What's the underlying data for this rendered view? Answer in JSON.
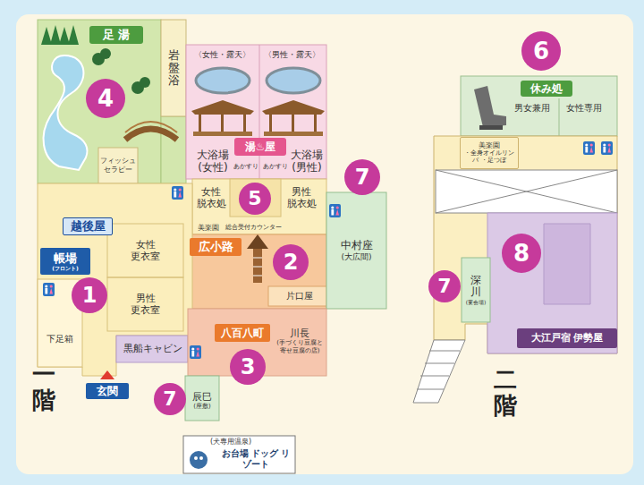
{
  "diagram": {
    "nodes": [
      {
        "text": [
          "足 湯"
        ]
      },
      {
        "text": [
          "フィッシュ セラピー"
        ],
        "in": 0
      },
      {
        "text": [
          "岩盤浴"
        ]
      },
      {
        "text": [
          "〈女性・露天〉",
          "大浴場 (女性)",
          "あかすり"
        ]
      },
      {
        "text": [
          "〈男性・露天〉",
          "大浴場 (男性)",
          "あかすり"
        ]
      },
      {
        "text": [
          "湯♨屋"
        ]
      },
      {
        "text": [
          "女性 脱衣処"
        ]
      },
      {
        "text": [
          "男性 脱衣処"
        ]
      },
      {
        "text": [
          "中村座",
          "(大広間)"
        ]
      },
      {
        "text": [
          "越後屋"
        ]
      },
      {
        "text": [
          "帳場",
          "(フロント)"
        ]
      },
      {
        "text": [
          "女性 更衣室"
        ]
      },
      {
        "text": [
          "男性 更衣室"
        ]
      },
      {
        "text": [
          "下足箱"
        ]
      },
      {
        "text": [
          "玄関"
        ]
      },
      {
        "text": [
          "広小路"
        ]
      },
      {
        "text": [
          "片口屋"
        ]
      },
      {
        "text": [
          "八百八町"
        ]
      },
      {
        "text": [
          "川長",
          "(手づくり豆腐と 寄せ豆腐の店)"
        ]
      },
      {
        "text": [
          "黒船キャビン"
        ]
      },
      {
        "text": [
          "辰巳",
          "(座敷)"
        ]
      },
      {
        "text": [
          "(犬専用温泉)",
          "お台場 ドッグ リゾート"
        ]
      },
      {
        "text": [
          "休み処",
          "男女兼用",
          "女性専用"
        ]
      },
      {
        "text": [
          "美楽園",
          "・全身オイルリンパ ・足つぼ"
        ]
      },
      {
        "text": [
          "深川",
          "(宴会場)"
        ]
      },
      {
        "text": [
          "大江戸宿 伊勢屋"
        ]
      }
    ],
    "labels": [
      "4",
      "7",
      "美楽園",
      "総合受付カウンター",
      "5",
      "2",
      "1",
      "3",
      "7",
      "一階",
      "6",
      "8",
      "7",
      "二階"
    ]
  }
}
